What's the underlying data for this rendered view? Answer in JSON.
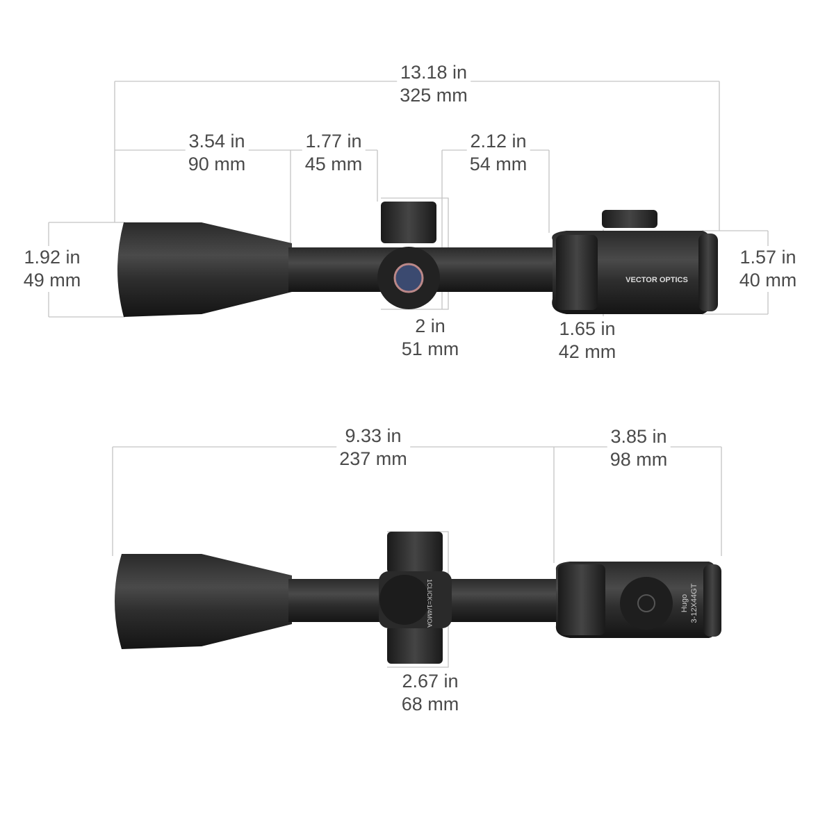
{
  "brand": "VECTOR OPTICS",
  "model": {
    "name": "Hugo",
    "designation": "3-12X44GT"
  },
  "turret_text": "1CLICK=1/4MOA",
  "side_view": {
    "overall_length": {
      "in": "13.18 in",
      "mm": "325 mm"
    },
    "objective_bell_length": {
      "in": "3.54 in",
      "mm": "90 mm"
    },
    "tube_front_length": {
      "in": "1.77 in",
      "mm": "45 mm"
    },
    "tube_rear_length": {
      "in": "2.12 in",
      "mm": "54 mm"
    },
    "objective_diameter": {
      "in": "1.92 in",
      "mm": "49 mm"
    },
    "eyepiece_diameter": {
      "in": "1.57 in",
      "mm": "40 mm"
    },
    "turret_height": {
      "in": "2 in",
      "mm": "51 mm"
    },
    "eyepiece_ring_diameter": {
      "in": "1.65 in",
      "mm": "42 mm"
    }
  },
  "top_view": {
    "front_length": {
      "in": "9.33 in",
      "mm": "237 mm"
    },
    "eyepiece_length": {
      "in": "3.85 in",
      "mm": "98 mm"
    },
    "turret_width": {
      "in": "2.67 in",
      "mm": "68 mm"
    }
  }
}
